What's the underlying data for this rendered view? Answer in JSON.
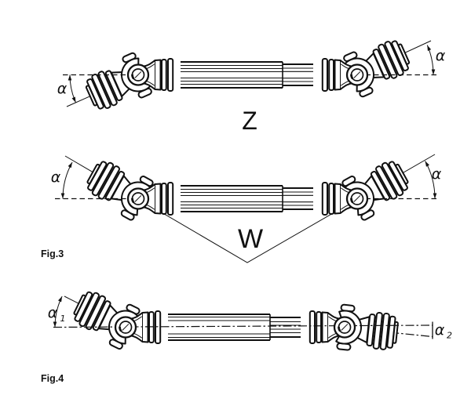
{
  "diagrams": [
    {
      "id": "z-arrangement",
      "arrangement_label": "Z",
      "left_angle_label": "α",
      "right_angle_label": "α"
    },
    {
      "id": "w-arrangement",
      "arrangement_label": "W",
      "left_angle_label": "α",
      "right_angle_label": "α",
      "figure_label": "Fig.3"
    },
    {
      "id": "unequal-angles",
      "left_angle_label": "α",
      "left_angle_subscript": "1",
      "right_angle_label": "α",
      "right_angle_subscript": "2",
      "figure_label": "Fig.4"
    }
  ],
  "colors": {
    "ink": "#111111",
    "background": "#ffffff"
  }
}
